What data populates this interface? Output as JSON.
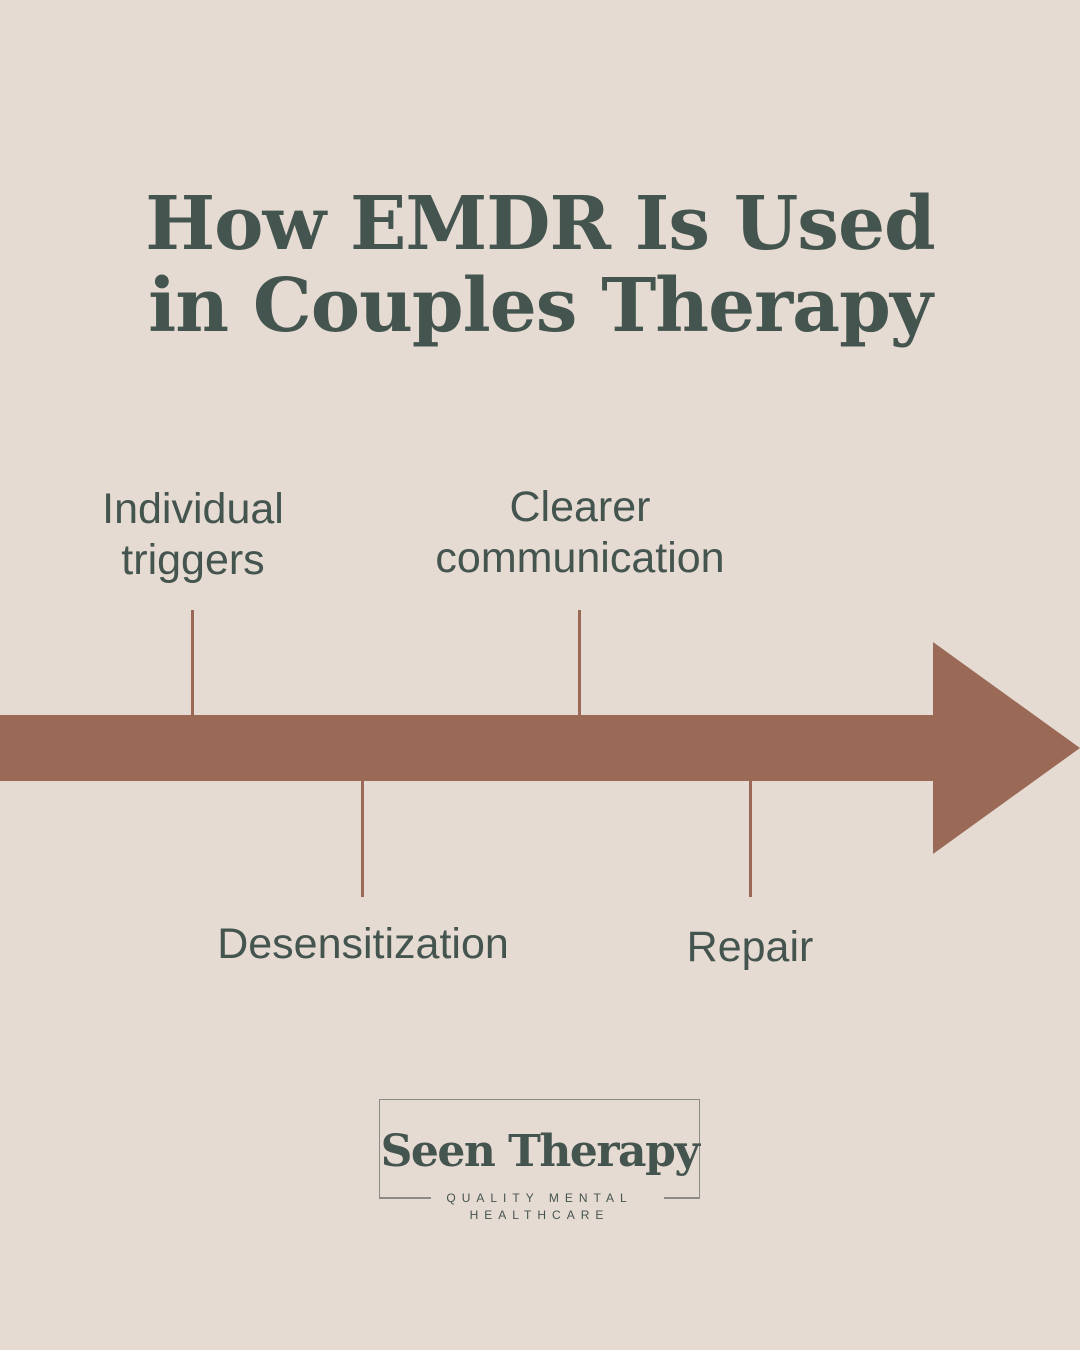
{
  "colors": {
    "background": "#e6dbd2",
    "text": "#44544f",
    "accent": "#9a6a56"
  },
  "title": {
    "line1": "How EMDR Is Used",
    "line2": "in Couples Therapy"
  },
  "timeline": {
    "direction": "left-to-right",
    "steps": [
      {
        "order": 1,
        "position": "above",
        "line1": "Individual",
        "line2": "triggers"
      },
      {
        "order": 2,
        "position": "below",
        "line1": "Desensitization"
      },
      {
        "order": 3,
        "position": "above",
        "line1": "Clearer",
        "line2": "communication"
      },
      {
        "order": 4,
        "position": "below",
        "line1": "Repair"
      }
    ]
  },
  "logo": {
    "name": "Seen Therapy",
    "tagline_line1": "QUALITY MENTAL",
    "tagline_line2": "HEALTHCARE"
  }
}
